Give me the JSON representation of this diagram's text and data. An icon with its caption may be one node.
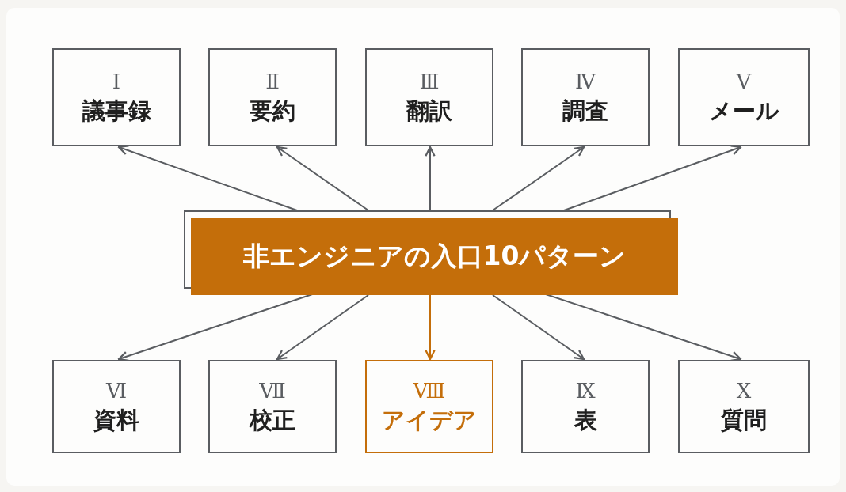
{
  "diagram": {
    "nodes": [
      {
        "text": [
          "非エンジニアの入口10パターン"
        ]
      },
      {
        "text": [
          "Ⅰ",
          "議事録"
        ]
      },
      {
        "text": [
          "Ⅱ",
          "要約"
        ]
      },
      {
        "text": [
          "Ⅲ",
          "翻訳"
        ]
      },
      {
        "text": [
          "Ⅳ",
          "調査"
        ]
      },
      {
        "text": [
          "Ⅴ",
          "メール"
        ]
      },
      {
        "text": [
          "Ⅵ",
          "資料"
        ]
      },
      {
        "text": [
          "Ⅶ",
          "校正"
        ]
      },
      {
        "text": [
          "Ⅷ",
          "アイデア"
        ]
      },
      {
        "text": [
          "Ⅸ",
          "表"
        ]
      },
      {
        "text": [
          "Ⅹ",
          "質問"
        ]
      }
    ],
    "edges": [
      {
        "from": 0,
        "to": 1,
        "arrow": "to"
      },
      {
        "from": 0,
        "to": 2,
        "arrow": "to"
      },
      {
        "from": 0,
        "to": 3,
        "arrow": "to"
      },
      {
        "from": 0,
        "to": 4,
        "arrow": "to"
      },
      {
        "from": 0,
        "to": 5,
        "arrow": "to"
      },
      {
        "from": 0,
        "to": 6,
        "arrow": "to"
      },
      {
        "from": 0,
        "to": 7,
        "arrow": "to"
      },
      {
        "from": 0,
        "to": 8,
        "arrow": "to",
        "color": "#c46e0a"
      },
      {
        "from": 0,
        "to": 9,
        "arrow": "to"
      },
      {
        "from": 0,
        "to": 10,
        "arrow": "to"
      }
    ]
  }
}
